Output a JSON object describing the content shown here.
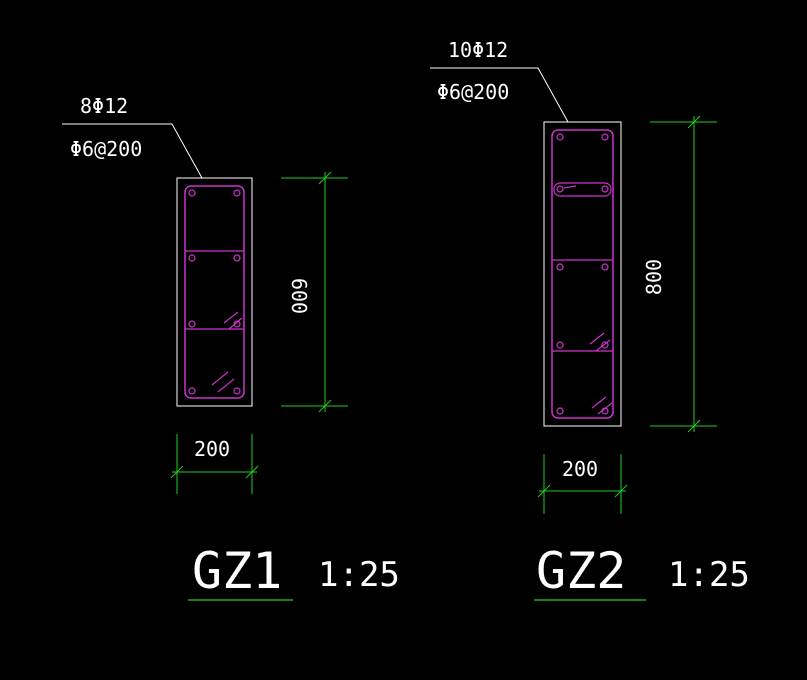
{
  "colors": {
    "background": "#000000",
    "outline": "#ffffff",
    "rebar": "#cc33cc",
    "dimension": "#22cc22",
    "text": "#ffffff"
  },
  "columns": [
    {
      "id": "gz1",
      "name": "GZ1",
      "scale": "1:25",
      "longitudinal_rebar": "8Φ12",
      "stirrup": "Φ6@200",
      "width_dim": "200",
      "height_dim": "600"
    },
    {
      "id": "gz2",
      "name": "GZ2",
      "scale": "1:25",
      "longitudinal_rebar": "10Φ12",
      "stirrup": "Φ6@200",
      "width_dim": "200",
      "height_dim": "800"
    }
  ]
}
